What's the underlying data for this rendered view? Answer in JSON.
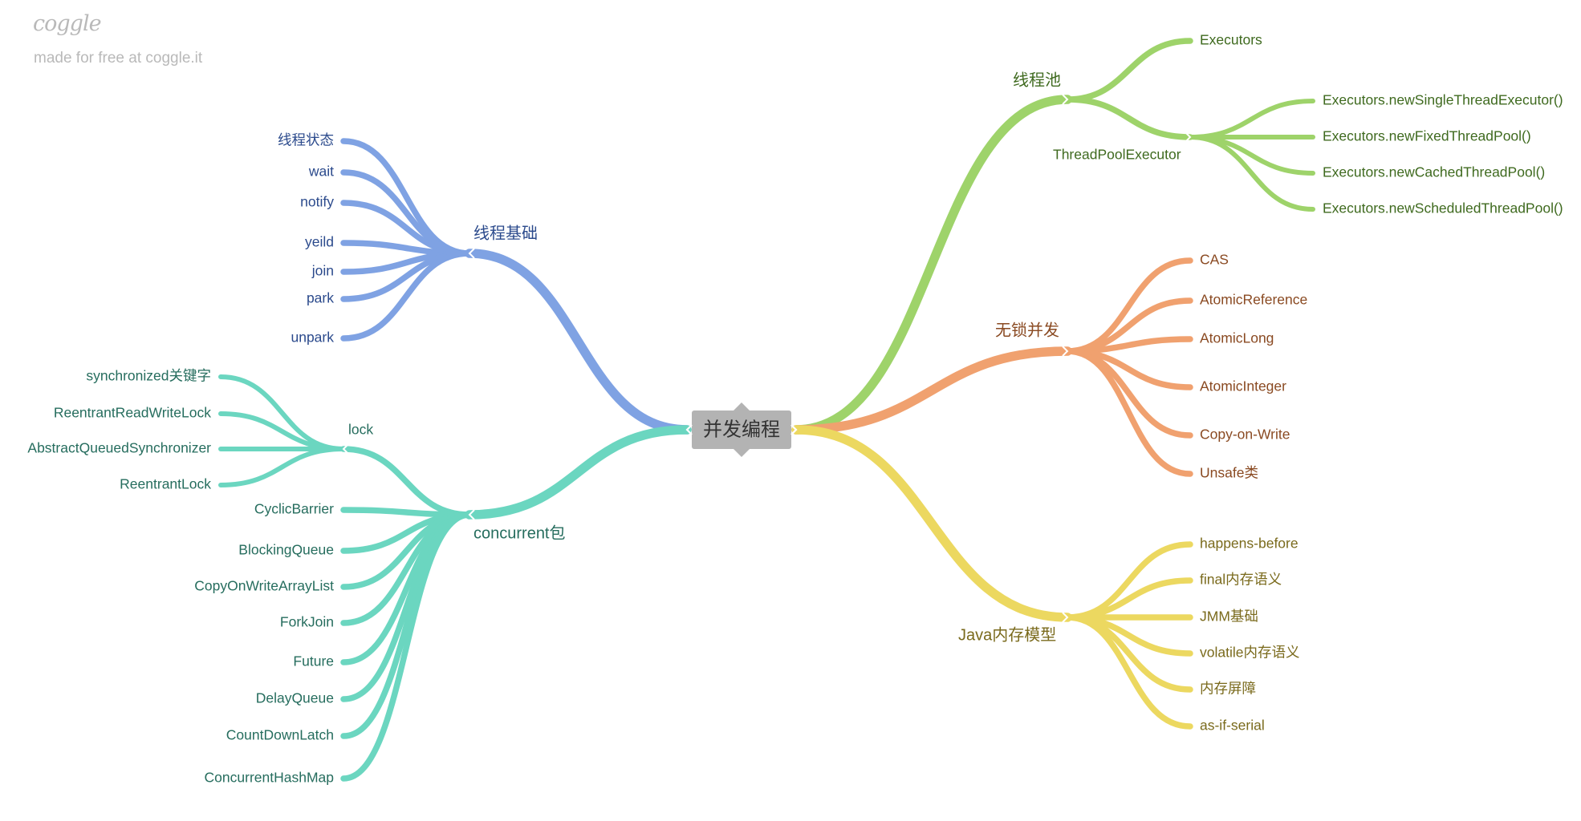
{
  "watermark": {
    "logo": "coggle",
    "tagline": "made for free at coggle.it"
  },
  "root": {
    "label": "并发编程",
    "color": "#b3b3b3"
  },
  "branches": [
    {
      "label": "线程基础",
      "color": "#7fa2e3",
      "text_color": "#2b4a8c",
      "children": [
        {
          "label": "线程状态"
        },
        {
          "label": "wait"
        },
        {
          "label": "notify"
        },
        {
          "label": "yeild"
        },
        {
          "label": "join"
        },
        {
          "label": "park"
        },
        {
          "label": "unpark"
        }
      ]
    },
    {
      "label": "concurrent包",
      "color": "#6bd6c0",
      "text_color": "#266d5e",
      "children": [
        {
          "label": "lock",
          "children": [
            {
              "label": "synchronized关键字"
            },
            {
              "label": "ReentrantReadWriteLock"
            },
            {
              "label": "AbstractQueuedSynchronizer"
            },
            {
              "label": "ReentrantLock"
            }
          ]
        },
        {
          "label": "CyclicBarrier"
        },
        {
          "label": "BlockingQueue"
        },
        {
          "label": "CopyOnWriteArrayList"
        },
        {
          "label": "ForkJoin"
        },
        {
          "label": "Future"
        },
        {
          "label": "DelayQueue"
        },
        {
          "label": "CountDownLatch"
        },
        {
          "label": "ConcurrentHashMap"
        }
      ]
    },
    {
      "label": "线程池",
      "color": "#9ed36a",
      "text_color": "#3f6a1f",
      "children": [
        {
          "label": "Executors"
        },
        {
          "label": "ThreadPoolExecutor",
          "children": [
            {
              "label": "Executors.newSingleThreadExecutor()"
            },
            {
              "label": "Executors.newFixedThreadPool()"
            },
            {
              "label": "Executors.newCachedThreadPool()"
            },
            {
              "label": "Executors.newScheduledThreadPool()"
            }
          ]
        }
      ]
    },
    {
      "label": "无锁并发",
      "color": "#f0a16f",
      "text_color": "#8a4a22",
      "children": [
        {
          "label": "CAS"
        },
        {
          "label": "AtomicReference"
        },
        {
          "label": "AtomicLong"
        },
        {
          "label": "AtomicInteger"
        },
        {
          "label": "Copy-on-Write"
        },
        {
          "label": "Unsafe类"
        }
      ]
    },
    {
      "label": "Java内存模型",
      "color": "#ecd860",
      "text_color": "#7a6a1c",
      "children": [
        {
          "label": "happens-before"
        },
        {
          "label": "final内存语义"
        },
        {
          "label": "JMM基础"
        },
        {
          "label": "volatile内存语义"
        },
        {
          "label": "内存屏障"
        },
        {
          "label": "as-if-serial"
        }
      ]
    }
  ]
}
